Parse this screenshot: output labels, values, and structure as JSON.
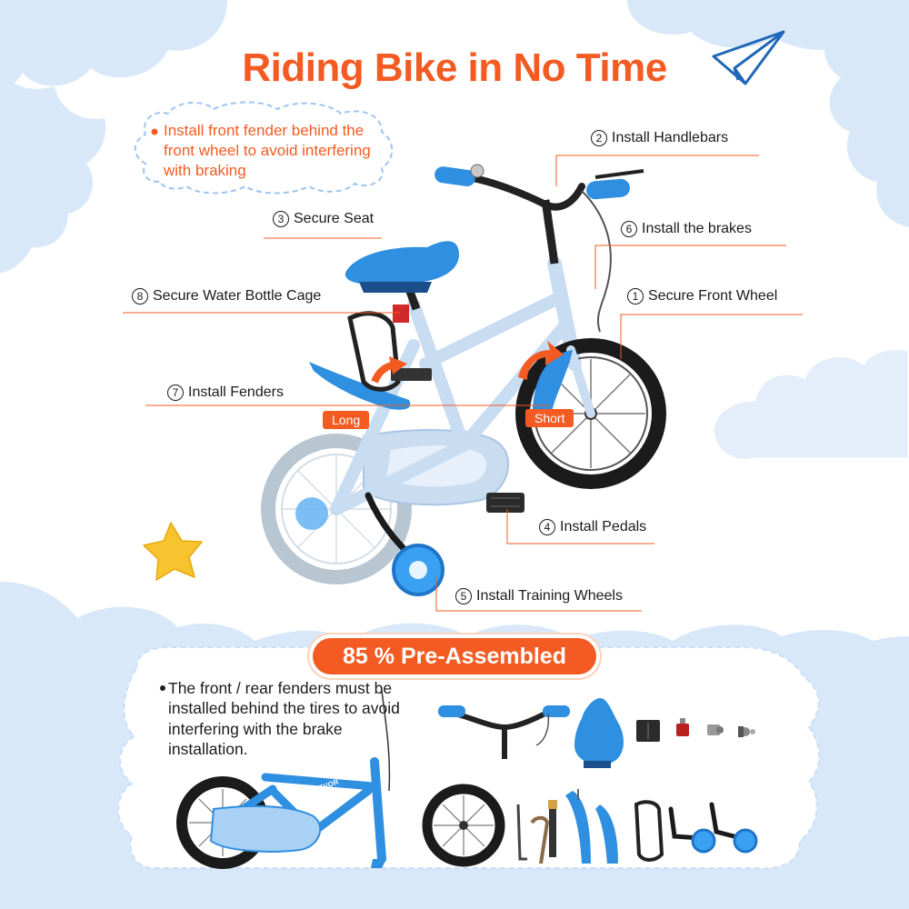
{
  "title": "Riding Bike in No Time",
  "tip_top": "Install front fender behind the front wheel to avoid interfering with braking",
  "callouts": [
    {
      "num": "2",
      "text": "Install Handlebars"
    },
    {
      "num": "3",
      "text": "Secure Seat"
    },
    {
      "num": "6",
      "text": "Install the brakes"
    },
    {
      "num": "8",
      "text": "Secure Water Bottle Cage"
    },
    {
      "num": "1",
      "text": "Secure Front Wheel"
    },
    {
      "num": "7",
      "text": "Install Fenders"
    },
    {
      "num": "4",
      "text": "Install Pedals"
    },
    {
      "num": "5",
      "text": "Install Training Wheels"
    }
  ],
  "fender_tags": {
    "long": "Long",
    "short": "Short"
  },
  "banner": "85 % Pre-Assembled",
  "tip_bottom": "The front / rear fenders must be installed behind the tires to avoid interfering with the brake installation.",
  "frame_brand": "VEVOR",
  "colors": {
    "accent": "#f35b22",
    "bike_blue": "#2f8fe0",
    "cloud": "#d9e8f8",
    "star": "#f7c32e"
  }
}
